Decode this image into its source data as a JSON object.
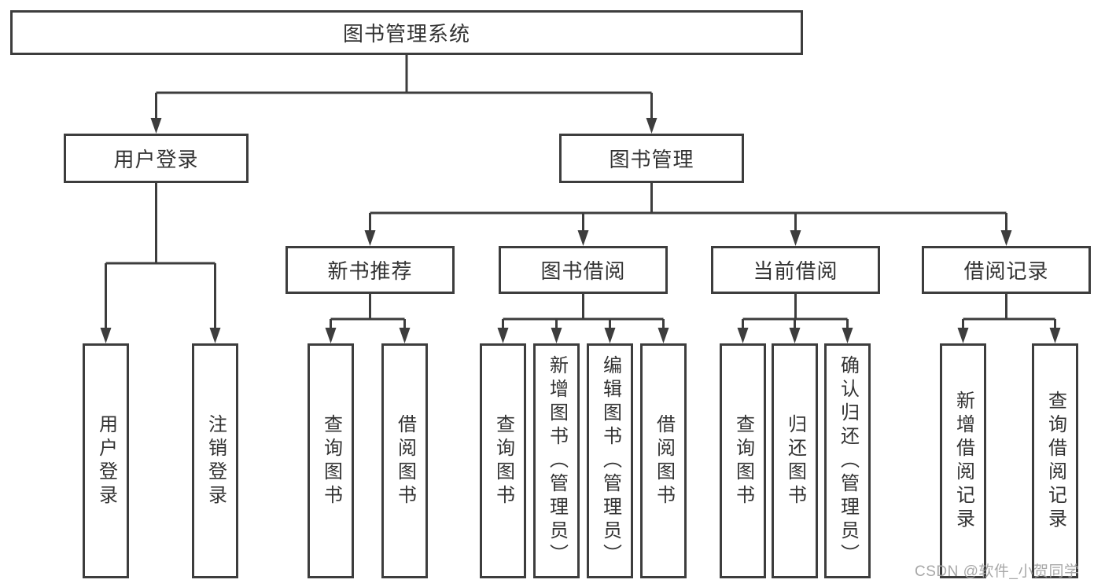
{
  "colors": {
    "line": "#3d3d3d",
    "box_border": "#3d3d3d",
    "text": "#333333",
    "watermark": "#a3a3a3",
    "background": "#ffffff"
  },
  "watermark": "CSDN @软件_小贺同学",
  "tree": {
    "root": "图书管理系统",
    "branches": [
      {
        "label": "用户登录",
        "children": [
          "用户登录",
          "注销登录"
        ]
      },
      {
        "label": "图书管理",
        "groups": [
          {
            "label": "新书推荐",
            "children": [
              "查询图书",
              "借阅图书"
            ]
          },
          {
            "label": "图书借阅",
            "children": [
              "查询图书",
              "新增图书（管理员）",
              "编辑图书（管理员）",
              "借阅图书"
            ]
          },
          {
            "label": "当前借阅",
            "children": [
              "查询图书",
              "归还图书",
              "确认归还（管理员）"
            ]
          },
          {
            "label": "借阅记录",
            "children": [
              "新增借阅记录",
              "查询借阅记录"
            ]
          }
        ]
      }
    ]
  }
}
